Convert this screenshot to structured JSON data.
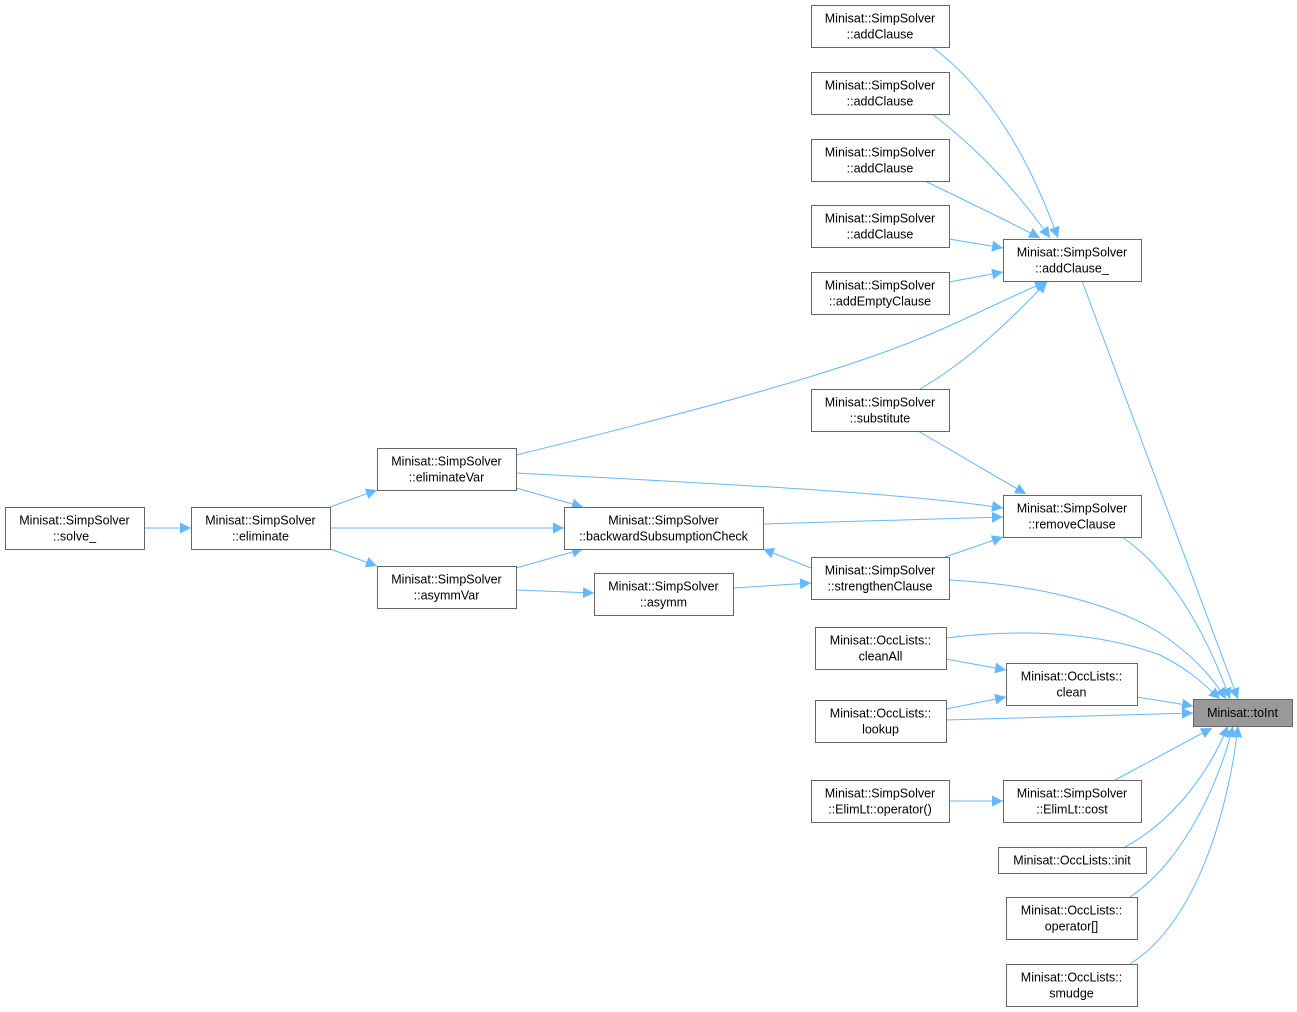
{
  "graph": {
    "colors": {
      "edge": "#63b8ff",
      "node_border": "#666666",
      "focus_fill": "#999999"
    },
    "nodes": [
      {
        "id": "addClause1",
        "lines": [
          "Minisat::SimpSolver",
          "::addClause"
        ]
      },
      {
        "id": "addClause2",
        "lines": [
          "Minisat::SimpSolver",
          "::addClause"
        ]
      },
      {
        "id": "addClause3",
        "lines": [
          "Minisat::SimpSolver",
          "::addClause"
        ]
      },
      {
        "id": "addClause4",
        "lines": [
          "Minisat::SimpSolver",
          "::addClause"
        ]
      },
      {
        "id": "addEmptyClause",
        "lines": [
          "Minisat::SimpSolver",
          "::addEmptyClause"
        ]
      },
      {
        "id": "addClause_",
        "lines": [
          "Minisat::SimpSolver",
          "::addClause_"
        ]
      },
      {
        "id": "substitute",
        "lines": [
          "Minisat::SimpSolver",
          "::substitute"
        ]
      },
      {
        "id": "eliminateVar",
        "lines": [
          "Minisat::SimpSolver",
          "::eliminateVar"
        ]
      },
      {
        "id": "solve_",
        "lines": [
          "Minisat::SimpSolver",
          "::solve_"
        ]
      },
      {
        "id": "eliminate",
        "lines": [
          "Minisat::SimpSolver",
          "::eliminate"
        ]
      },
      {
        "id": "backwardSubsumptionCheck",
        "lines": [
          "Minisat::SimpSolver",
          "::backwardSubsumptionCheck"
        ]
      },
      {
        "id": "removeClause",
        "lines": [
          "Minisat::SimpSolver",
          "::removeClause"
        ]
      },
      {
        "id": "strengthenClause",
        "lines": [
          "Minisat::SimpSolver",
          "::strengthenClause"
        ]
      },
      {
        "id": "asymmVar",
        "lines": [
          "Minisat::SimpSolver",
          "::asymmVar"
        ]
      },
      {
        "id": "asymm",
        "lines": [
          "Minisat::SimpSolver",
          "::asymm"
        ]
      },
      {
        "id": "cleanAll",
        "lines": [
          "Minisat::OccLists::",
          "cleanAll"
        ]
      },
      {
        "id": "clean",
        "lines": [
          "Minisat::OccLists::",
          "clean"
        ]
      },
      {
        "id": "lookup",
        "lines": [
          "Minisat::OccLists::",
          "lookup"
        ]
      },
      {
        "id": "toInt",
        "lines": [
          "Minisat::toInt"
        ],
        "focus": true
      },
      {
        "id": "elimLtOperator",
        "lines": [
          "Minisat::SimpSolver",
          "::ElimLt::operator()"
        ]
      },
      {
        "id": "elimLtCost",
        "lines": [
          "Minisat::SimpSolver",
          "::ElimLt::cost"
        ]
      },
      {
        "id": "init",
        "lines": [
          "Minisat::OccLists::init"
        ]
      },
      {
        "id": "operatorIndex",
        "lines": [
          "Minisat::OccLists::",
          "operator[]"
        ]
      },
      {
        "id": "smudge",
        "lines": [
          "Minisat::OccLists::",
          "smudge"
        ]
      }
    ],
    "edges": [
      [
        "addClause1",
        "addClause_"
      ],
      [
        "addClause2",
        "addClause_"
      ],
      [
        "addClause3",
        "addClause_"
      ],
      [
        "addClause4",
        "addClause_"
      ],
      [
        "addEmptyClause",
        "addClause_"
      ],
      [
        "eliminateVar",
        "addClause_"
      ],
      [
        "substitute",
        "addClause_"
      ],
      [
        "substitute",
        "removeClause"
      ],
      [
        "eliminateVar",
        "removeClause"
      ],
      [
        "backwardSubsumptionCheck",
        "removeClause"
      ],
      [
        "strengthenClause",
        "removeClause"
      ],
      [
        "eliminateVar",
        "backwardSubsumptionCheck"
      ],
      [
        "eliminate",
        "backwardSubsumptionCheck"
      ],
      [
        "asymmVar",
        "backwardSubsumptionCheck"
      ],
      [
        "strengthenClause",
        "backwardSubsumptionCheck"
      ],
      [
        "eliminate",
        "eliminateVar"
      ],
      [
        "eliminate",
        "asymmVar"
      ],
      [
        "solve_",
        "eliminate"
      ],
      [
        "asymmVar",
        "asymm"
      ],
      [
        "asymm",
        "strengthenClause"
      ],
      [
        "addClause_",
        "toInt"
      ],
      [
        "removeClause",
        "toInt"
      ],
      [
        "strengthenClause",
        "toInt"
      ],
      [
        "cleanAll",
        "toInt"
      ],
      [
        "cleanAll",
        "clean"
      ],
      [
        "lookup",
        "clean"
      ],
      [
        "lookup",
        "toInt"
      ],
      [
        "clean",
        "toInt"
      ],
      [
        "elimLtCost",
        "toInt"
      ],
      [
        "elimLtOperator",
        "elimLtCost"
      ],
      [
        "init",
        "toInt"
      ],
      [
        "operatorIndex",
        "toInt"
      ],
      [
        "smudge",
        "toInt"
      ]
    ]
  }
}
